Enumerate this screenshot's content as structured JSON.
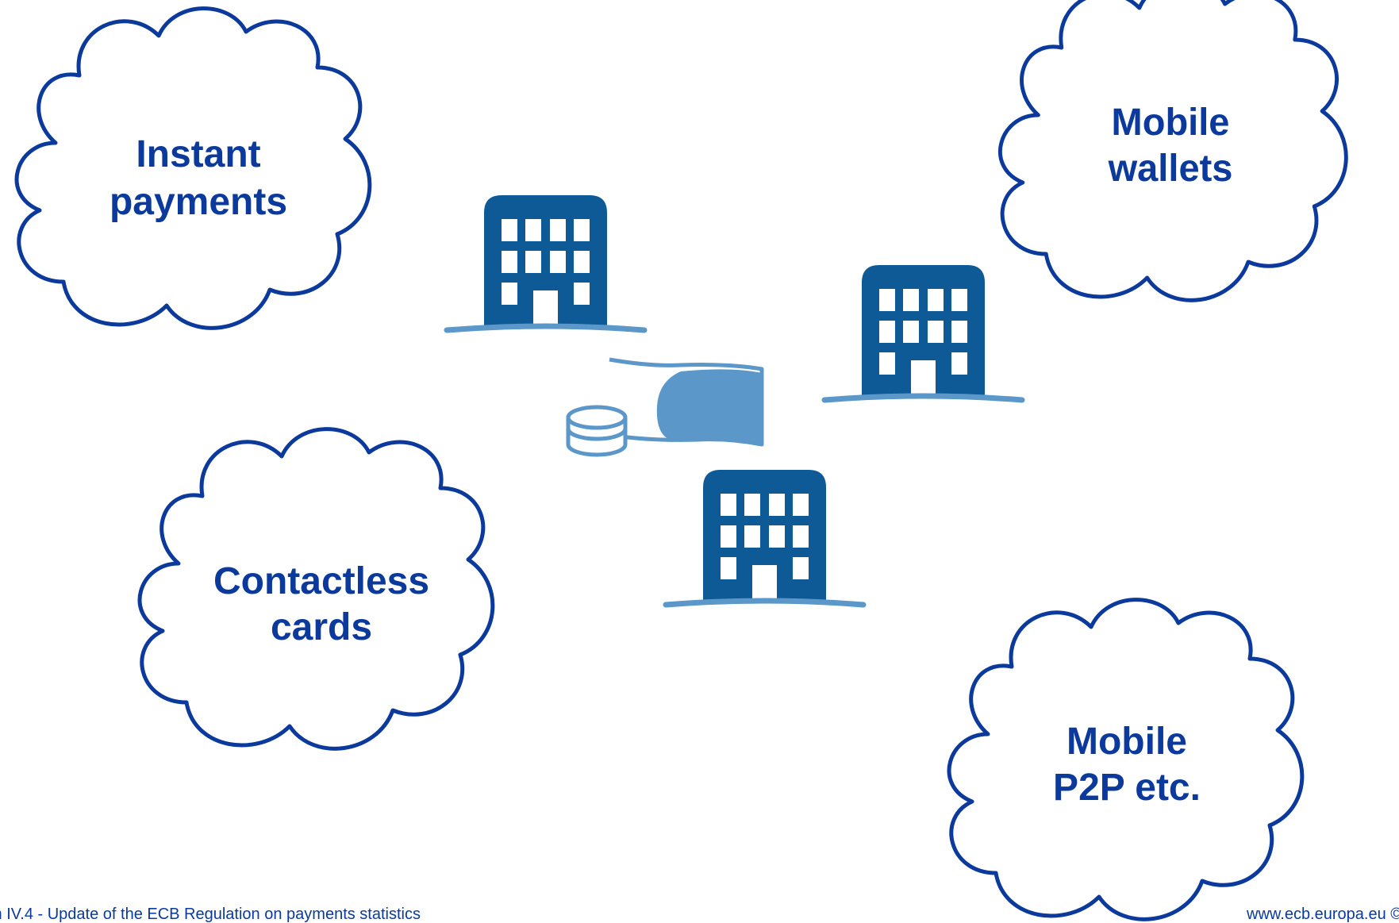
{
  "clouds": {
    "instant": {
      "line1": "Instant",
      "line2": "payments"
    },
    "wallets": {
      "line1": "Mobile",
      "line2": "wallets"
    },
    "contactless": {
      "line1": "Contactless",
      "line2": "cards"
    },
    "p2p": {
      "line1": "Mobile",
      "line2": "P2P etc."
    }
  },
  "footer": {
    "left": "m IV.4 - Update of the ECB Regulation on payments statistics",
    "right": "www.ecb.europa.eu ©"
  },
  "icons": {
    "building": "building-icon",
    "money": "money-icon",
    "coins": "coins-icon",
    "cloud": "cloud-icon"
  },
  "colors": {
    "cloud_outline": "#0b3a9c",
    "label_text": "#0b3a9c",
    "building": "#0e5a96",
    "ground": "#5b97c8",
    "money": "#5b97c8"
  }
}
